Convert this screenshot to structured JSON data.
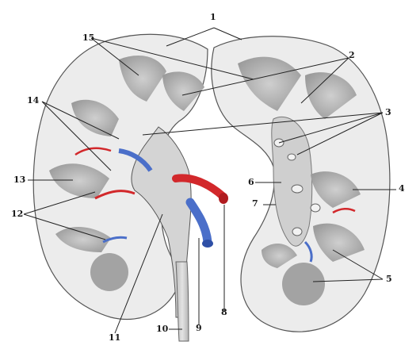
{
  "labels": {
    "l1": "1",
    "l2": "2",
    "l3": "3",
    "l4": "4",
    "l5": "5",
    "l6": "6",
    "l7": "7",
    "l8": "8",
    "l9": "9",
    "l10": "10",
    "l11": "11",
    "l12": "12",
    "l13": "13",
    "l14": "14",
    "l15": "15"
  },
  "colors": {
    "cortex": "#ececec",
    "pyramid": "#b3b3b3",
    "sinus": "#cfcfcf",
    "artery": "#d2282b",
    "vein": "#4b6fc9",
    "line": "#222222"
  }
}
